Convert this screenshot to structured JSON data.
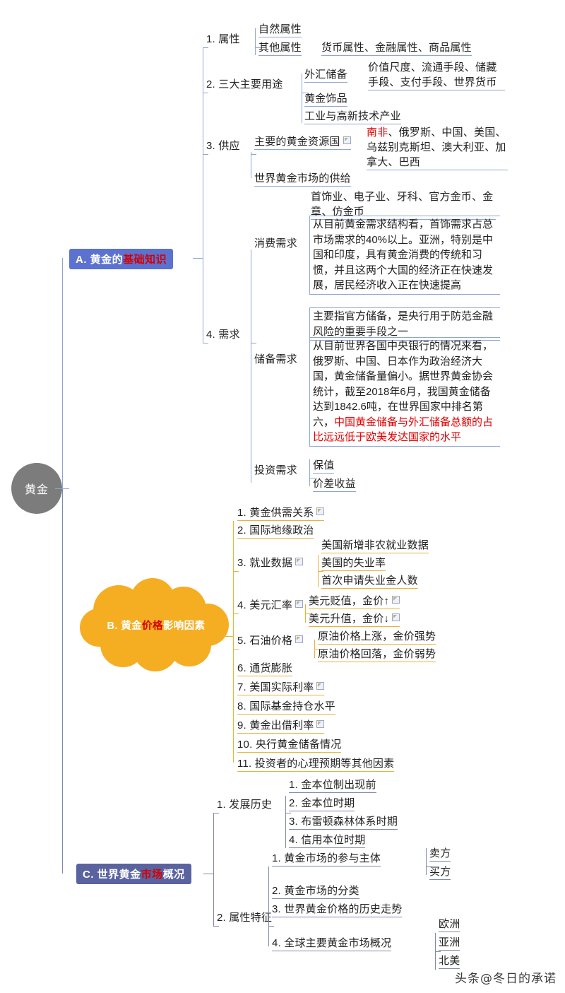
{
  "root": {
    "label": "黄金"
  },
  "watermark": "头条@冬日的承诺",
  "branches": {
    "A": {
      "badge_prefix": "A. 黄金的",
      "badge_highlight": "基础知识",
      "color": "#5b72d0",
      "items": {
        "attr": {
          "label": "1. 属性",
          "children": [
            {
              "label": "自然属性"
            },
            {
              "label": "其他属性",
              "detail": "货币属性、金融属性、商品属性"
            }
          ]
        },
        "uses": {
          "label": "2. 三大主要用途",
          "children": [
            {
              "label": "外汇储备",
              "detail": "价值尺度、流通手段、储藏手段、支付手段、世界货币"
            },
            {
              "label": "黄金饰品"
            },
            {
              "label": "工业与高新技术产业"
            }
          ]
        },
        "supply": {
          "label": "3. 供应",
          "children": [
            {
              "label": "主要的黄金资源国",
              "has_note_icon": true,
              "detail": "南非、俄罗斯、中国、美国、乌兹别克斯坦、澳大利亚、加拿大、巴西",
              "detail_highlight": "南非"
            },
            {
              "label": "世界黄金市场的供给",
              "detail": "首饰业、电子业、牙科、官方金币、金章、仿金币"
            }
          ]
        },
        "demand": {
          "label": "4. 需求",
          "children": [
            {
              "label": "消费需求",
              "paragraph": "从目前黄金需求结构看，首饰需求占总市场需求的40%以上。亚洲，特别是中国和印度，具有黄金消费的传统和习惯，并且这两个大国的经济正在快速发展，居民经济收入正在快速提高"
            },
            {
              "label": "储备需求",
              "paragraph_top": "主要指官方储备，是央行用于防范金融风险的重要手段之一",
              "paragraph": "从目前世界各国中央银行的情况来看，俄罗斯、中国、日本作为政治经济大国，黄金储备量偏小。据世界黄金协会统计，截至2018年6月，我国黄金储备达到1842.6吨，在世界国家中排名第六，",
              "paragraph_red": "中国黄金储备与外汇储备总额的占比远远低于欧美发达国家的水平"
            },
            {
              "label": "投资需求",
              "children": [
                {
                  "label": "保值"
                },
                {
                  "label": "价差收益"
                }
              ]
            }
          ]
        }
      }
    },
    "B": {
      "badge_prefix": "B. 黄金",
      "badge_highlight": "价格",
      "badge_suffix": "影响因素",
      "color": "#f5ad22",
      "items": [
        {
          "label": "1. 黄金供需关系",
          "has_note_icon": true
        },
        {
          "label": "2. 国际地缘政治"
        },
        {
          "label": "3. 就业数据",
          "has_note_icon": true,
          "children": [
            {
              "label": "美国新增非农就业数据"
            },
            {
              "label": "美国的失业率"
            },
            {
              "label": "首次申请失业金人数"
            }
          ]
        },
        {
          "label": "4. 美元汇率",
          "has_note_icon": true,
          "children": [
            {
              "label": "美元贬值，金价↑",
              "has_note_icon": true
            },
            {
              "label": "美元升值，金价↓",
              "has_note_icon": true
            }
          ]
        },
        {
          "label": "5. 石油价格",
          "has_note_icon": true,
          "children": [
            {
              "label": "原油价格上涨，金价强势"
            },
            {
              "label": "原油价格回落，金价弱势"
            }
          ]
        },
        {
          "label": "6. 通货膨胀"
        },
        {
          "label": "7. 美国实际利率",
          "has_note_icon": true
        },
        {
          "label": "8. 国际基金持仓水平"
        },
        {
          "label": "9. 黄金出借利率",
          "has_note_icon": true
        },
        {
          "label": "10. 央行黄金储备情况"
        },
        {
          "label": "11. 投资者的心理预期等其他因素"
        }
      ]
    },
    "C": {
      "badge_prefix": "C. 世界黄金",
      "badge_highlight": "市场",
      "badge_suffix": "概况",
      "color": "#5a63a0",
      "items": [
        {
          "label": "1. 发展历史",
          "children": [
            {
              "label": "1. 金本位制出现前"
            },
            {
              "label": "2. 金本位时期"
            },
            {
              "label": "3. 布雷顿森林体系时期"
            },
            {
              "label": "4. 信用本位时期"
            }
          ]
        },
        {
          "label": "2. 属性特征",
          "children": [
            {
              "label": "1. 黄金市场的参与主体",
              "children": [
                {
                  "label": "卖方"
                },
                {
                  "label": "买方"
                }
              ]
            },
            {
              "label": "2. 黄金市场的分类"
            },
            {
              "label": "3. 世界黄金价格的历史走势"
            },
            {
              "label": "4. 全球主要黄金市场概况",
              "children": [
                {
                  "label": "欧洲"
                },
                {
                  "label": "亚洲"
                },
                {
                  "label": "北美"
                }
              ]
            }
          ]
        }
      ]
    }
  }
}
